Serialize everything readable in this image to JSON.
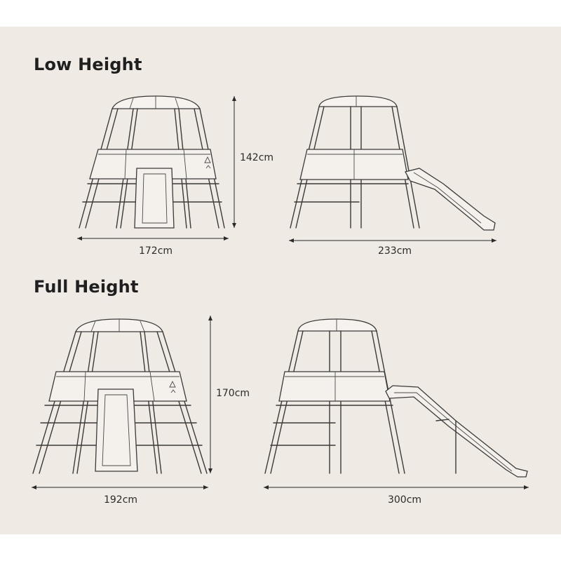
{
  "sections": {
    "low": {
      "heading": "Low Height",
      "front_width": "172cm",
      "side_width": "233cm",
      "height": "142cm"
    },
    "full": {
      "heading": "Full Height",
      "front_width": "192cm",
      "side_width": "300cm",
      "height": "170cm"
    }
  },
  "colors": {
    "background": "#efebe4",
    "line": "#3a3a3a"
  }
}
